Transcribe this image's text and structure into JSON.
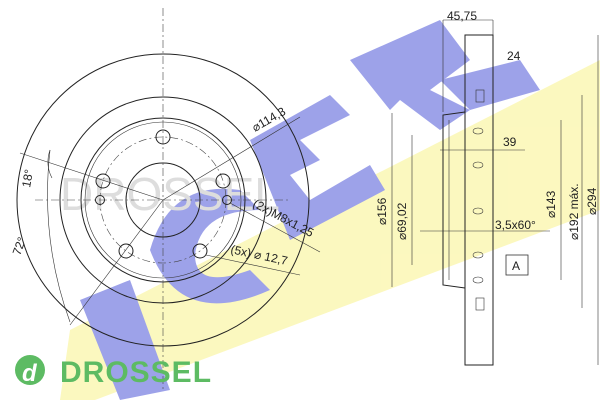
{
  "front_view": {
    "dim_bolt_circle": "⌀114,3",
    "dim_thread": "(2x)M8x1,25",
    "dim_hole": "(5x) ⌀ 12,7",
    "angle_small": "18°",
    "angle_large": "72°"
  },
  "side_view": {
    "dim_total_height": "45,75",
    "dim_thickness": "24",
    "dim_hat": "39",
    "dim_chamfer": "3,5x60°",
    "dim_156": "⌀156",
    "dim_6902": "⌀69,02",
    "dim_143": "⌀143",
    "dim_192": "⌀192 máx.",
    "dim_294": "⌀294",
    "datum": "A"
  },
  "watermark": {
    "brand": "ICER",
    "ghost_text": "DROSSEL"
  },
  "logo": {
    "text": "DROSSEL",
    "mark": "d",
    "color": "#5dbb63"
  },
  "colors": {
    "watermark_blue": "#8c92e6",
    "watermark_yellow": "#fbf7b4"
  }
}
